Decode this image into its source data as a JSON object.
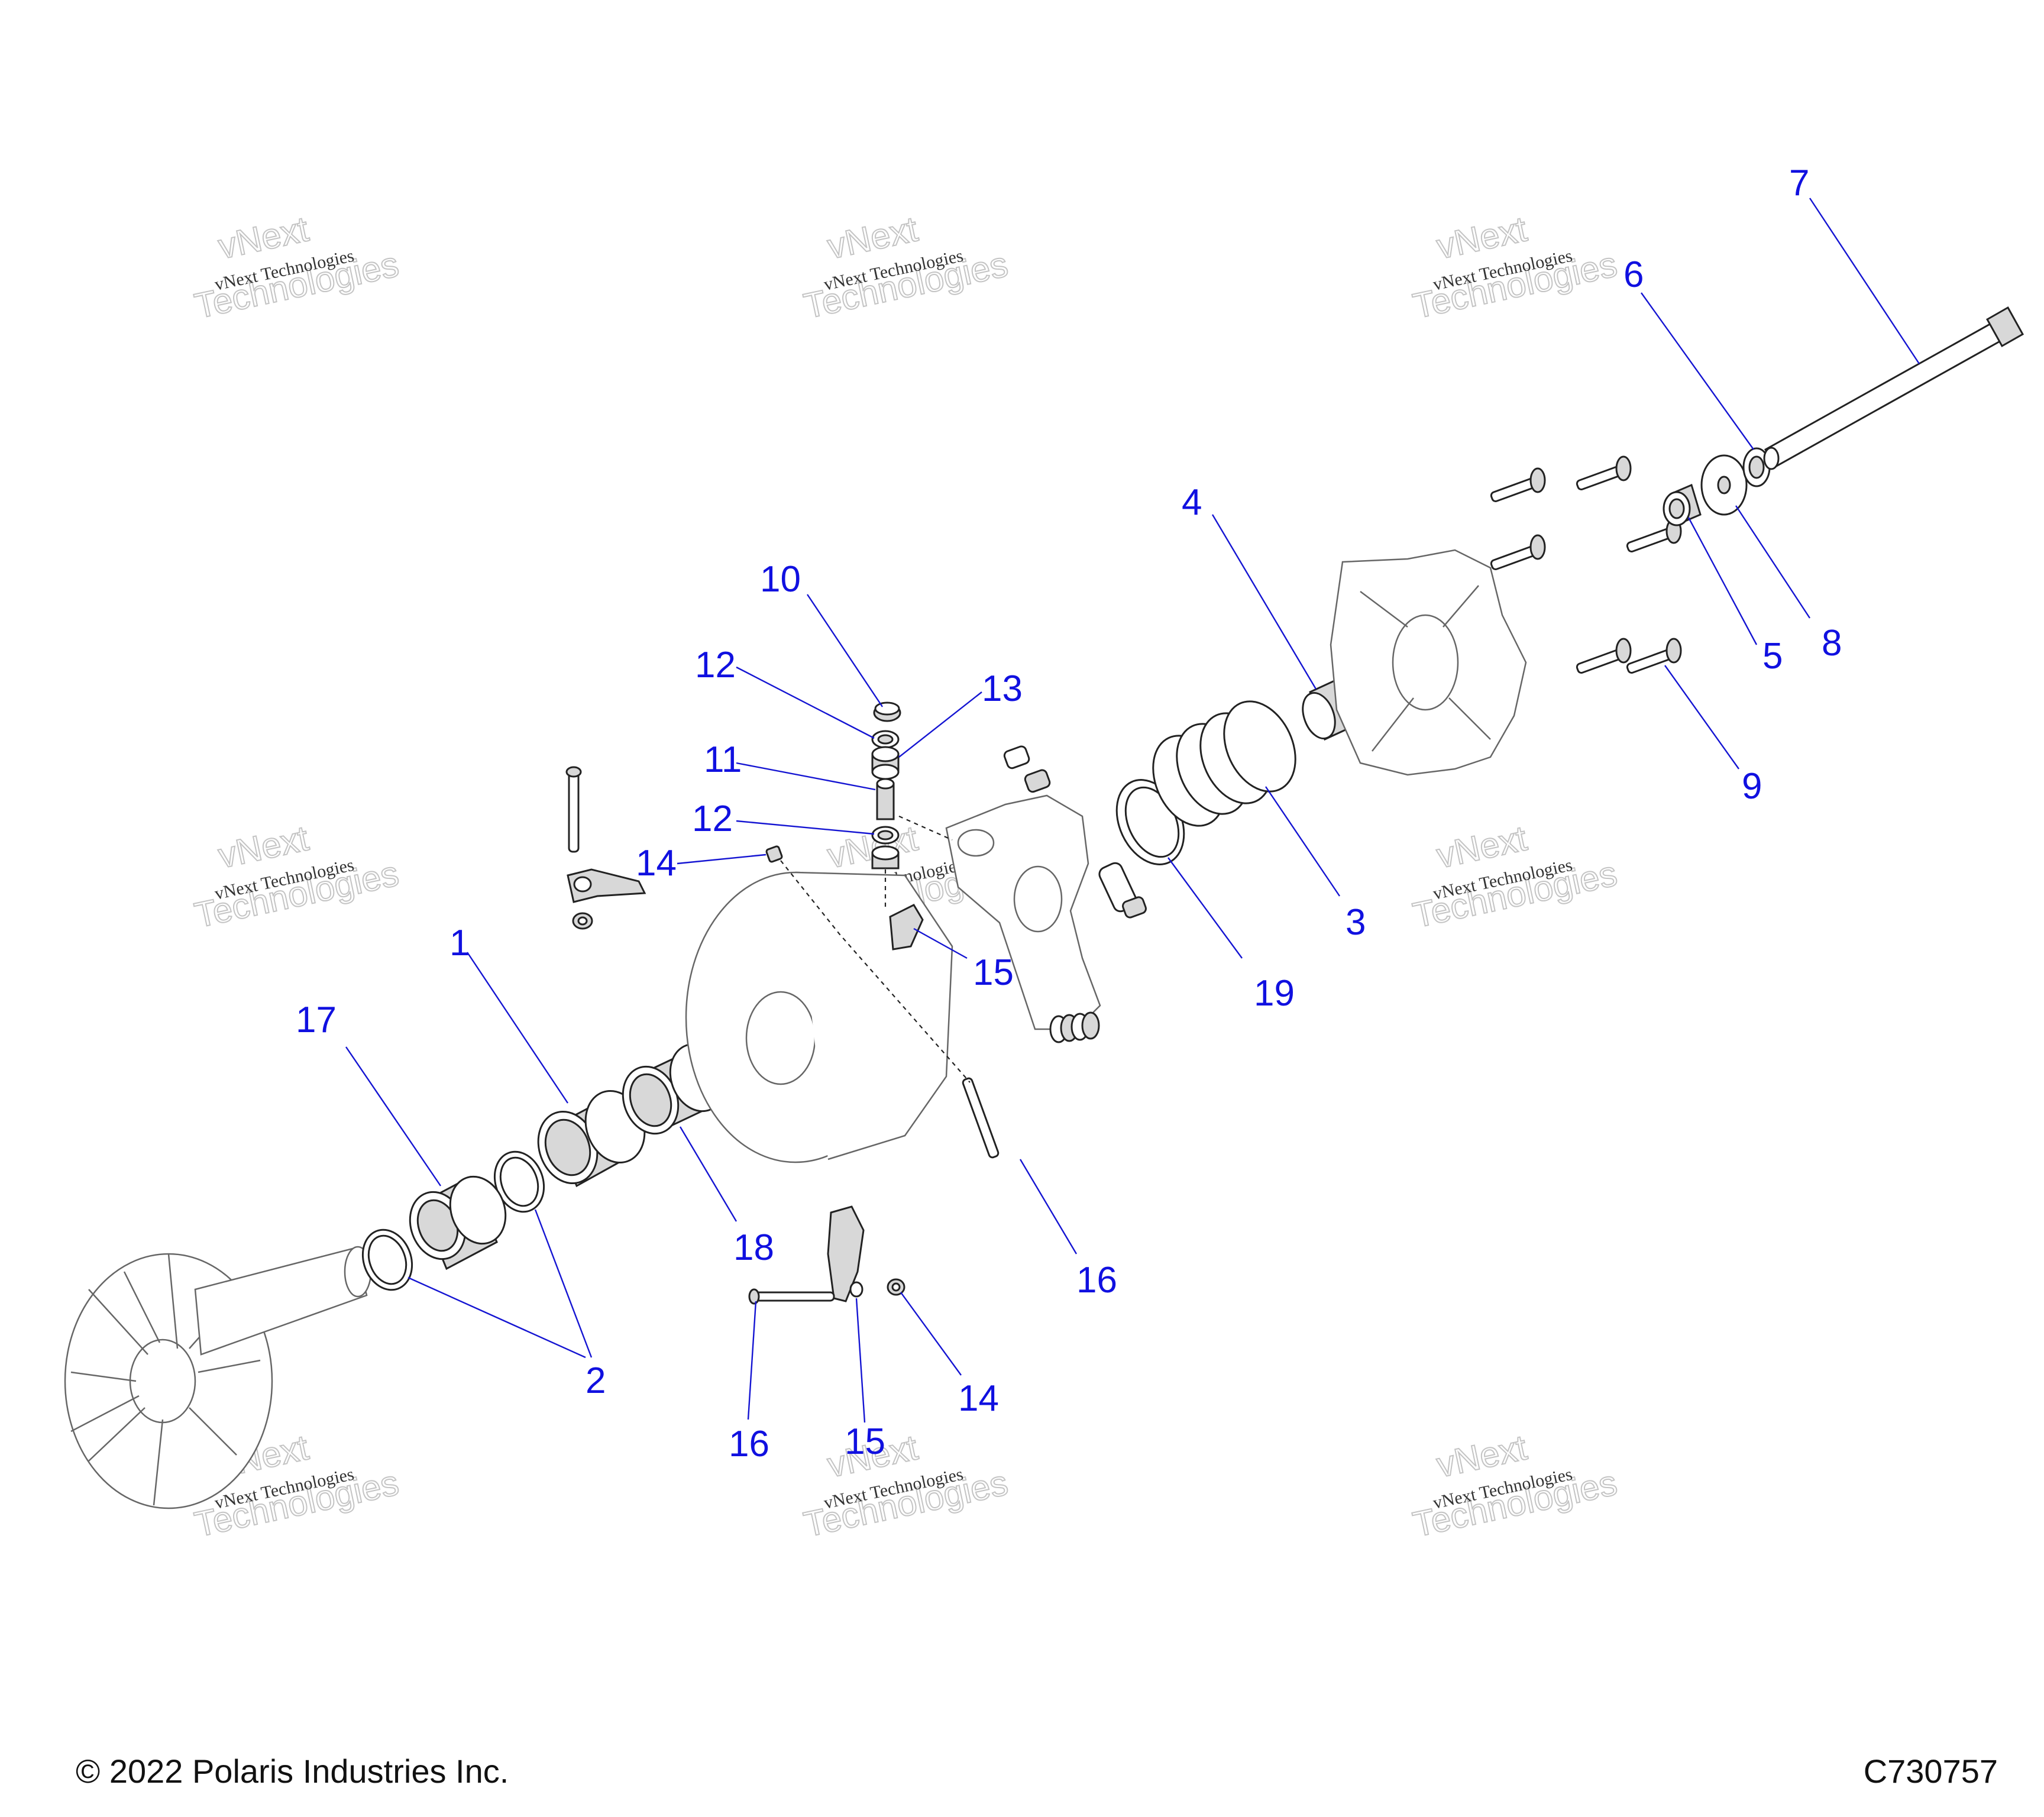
{
  "diagram": {
    "callouts": [
      {
        "id": "c1",
        "label": "1"
      },
      {
        "id": "c2",
        "label": "2"
      },
      {
        "id": "c3",
        "label": "3"
      },
      {
        "id": "c4",
        "label": "4"
      },
      {
        "id": "c5",
        "label": "5"
      },
      {
        "id": "c6",
        "label": "6"
      },
      {
        "id": "c7",
        "label": "7"
      },
      {
        "id": "c8",
        "label": "8"
      },
      {
        "id": "c9",
        "label": "9"
      },
      {
        "id": "c10",
        "label": "10"
      },
      {
        "id": "c11",
        "label": "11"
      },
      {
        "id": "c12a",
        "label": "12"
      },
      {
        "id": "c12b",
        "label": "12"
      },
      {
        "id": "c13",
        "label": "13"
      },
      {
        "id": "c14a",
        "label": "14"
      },
      {
        "id": "c14b",
        "label": "14"
      },
      {
        "id": "c15a",
        "label": "15"
      },
      {
        "id": "c15b",
        "label": "15"
      },
      {
        "id": "c16a",
        "label": "16"
      },
      {
        "id": "c16b",
        "label": "16"
      },
      {
        "id": "c17",
        "label": "17"
      },
      {
        "id": "c18",
        "label": "18"
      },
      {
        "id": "c19",
        "label": "19"
      }
    ],
    "callout_color": "#1010e0"
  },
  "watermark": {
    "line1": "vNext Technologies",
    "line2": "vNext",
    "line3": "Technologies"
  },
  "footer": {
    "copyright": "© 2022 Polaris Industries Inc.",
    "figure_id": "C730757"
  }
}
